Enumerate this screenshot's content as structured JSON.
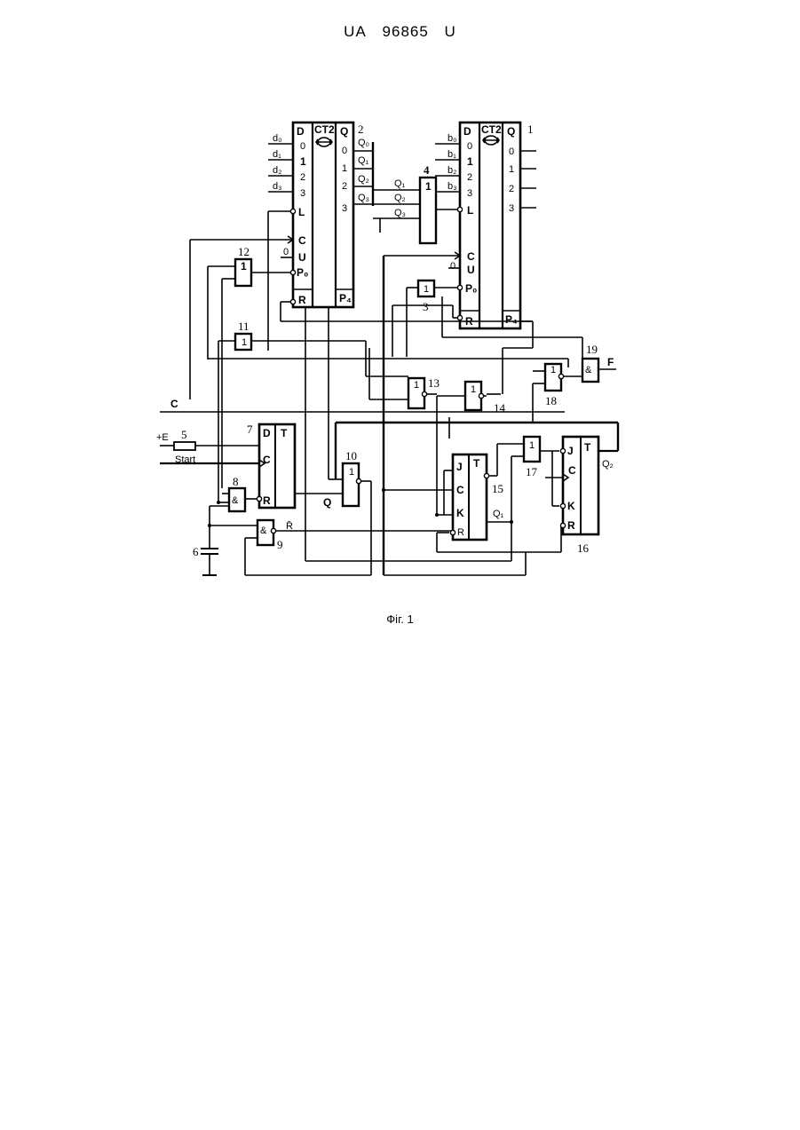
{
  "header": {
    "country": "UA",
    "number": "96865",
    "kind": "U"
  },
  "caption": "Фіг. 1",
  "counter2": {
    "ref": "2",
    "type": "CT2",
    "left_pins": [
      "D",
      "0",
      "1",
      "2",
      "3",
      "L",
      "C",
      "U",
      "P₀",
      "R"
    ],
    "right_pins": [
      "Q",
      "0",
      "1",
      "2",
      "3",
      "P₄"
    ],
    "inputs": [
      "d₀",
      "d₁",
      "d₂",
      "d₃"
    ],
    "outputs": [
      "Q₀",
      "Q₁",
      "Q₂",
      "Q₃"
    ],
    "u_level": "0"
  },
  "counter1": {
    "ref": "1",
    "type": "CT2",
    "left_pins": [
      "D",
      "0",
      "1",
      "2",
      "3",
      "L",
      "C",
      "U",
      "P₀",
      "R"
    ],
    "right_pins": [
      "Q",
      "0",
      "1",
      "2",
      "3",
      "P₄"
    ],
    "inputs": [
      "b₀",
      "b₁",
      "b₂",
      "b₃"
    ],
    "u_level": "0"
  },
  "bus": {
    "q1": "Q₁",
    "q2": "Q₂",
    "q3": "Q₃"
  },
  "gates": {
    "g3": {
      "ref": "3",
      "symbol": "1"
    },
    "g4": {
      "ref": "4",
      "symbol": "1"
    },
    "g8": {
      "ref": "8",
      "symbol": "&"
    },
    "g9": {
      "ref": "9",
      "symbol": "&"
    },
    "g10": {
      "ref": "10",
      "symbol": "1"
    },
    "g11": {
      "ref": "11",
      "symbol": "1"
    },
    "g12": {
      "ref": "12",
      "symbol": "1"
    },
    "g13": {
      "ref": "13",
      "symbol": "1"
    },
    "g14": {
      "ref": "14",
      "symbol": "1"
    },
    "g17": {
      "ref": "17",
      "symbol": "1"
    },
    "g18": {
      "ref": "18",
      "symbol": "1"
    },
    "g19": {
      "ref": "19",
      "symbol": "&"
    }
  },
  "trigger7": {
    "ref": "7",
    "type": "T",
    "pins": [
      "D",
      "C",
      "R"
    ]
  },
  "trigger15": {
    "ref": "15",
    "type": "T",
    "pins": [
      "J",
      "C",
      "K",
      "R"
    ],
    "output": "Q₁"
  },
  "trigger16": {
    "ref": "16",
    "type": "T",
    "pins": [
      "J",
      "C",
      "K",
      "R"
    ],
    "output": "Q₂"
  },
  "resistor5": {
    "ref": "5",
    "supply": "+E"
  },
  "capacitor6": {
    "ref": "6"
  },
  "signals": {
    "start": "Start",
    "clock": "C",
    "output": "F",
    "q": "Q",
    "r_bar": "R̄"
  }
}
